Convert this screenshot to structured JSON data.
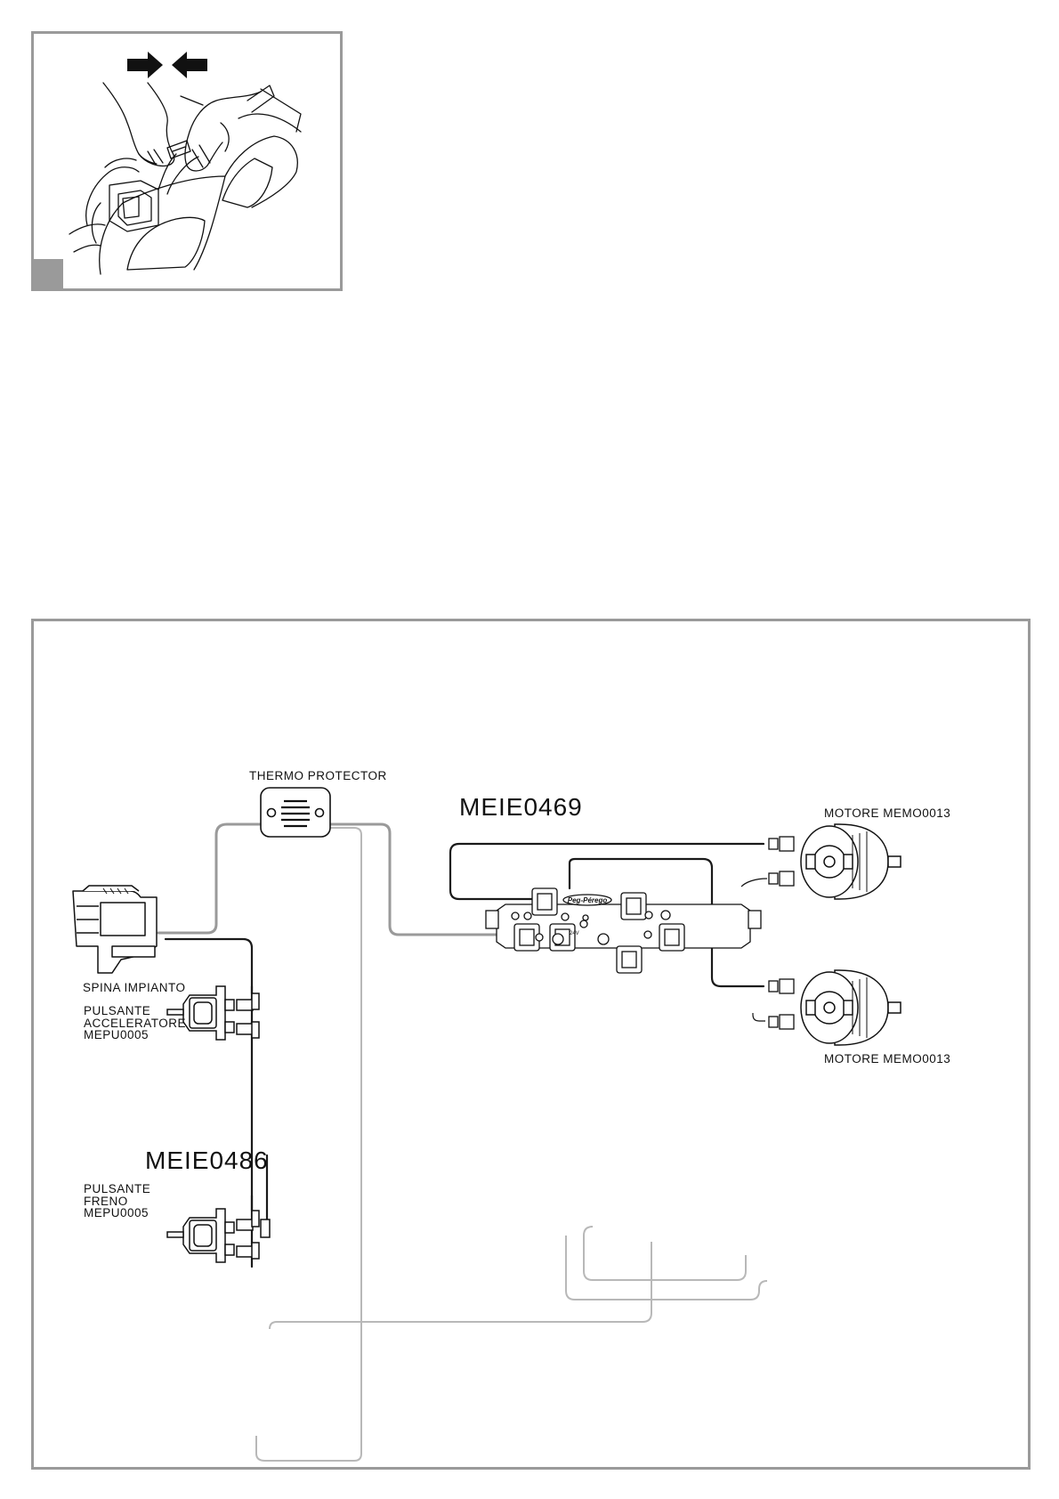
{
  "illustration": {
    "icons": [
      "arrow-right-icon",
      "arrow-left-icon"
    ],
    "step_marker_color": "#9a9a9a"
  },
  "diagram": {
    "thermo_protector": "THERMO PROTECTOR",
    "harness_main": "MEIE0469",
    "harness_buttons": "MEIE0486",
    "system_plug": "SPINA IMPIANTO",
    "accelerator_button": {
      "line1": "PULSANTE",
      "line2": "ACCELERATORE",
      "line3": "MEPU0005"
    },
    "brake_button": {
      "line1": "PULSANTE",
      "line2": "FRENO",
      "line3": "MEPU0005"
    },
    "motor_top": "MOTORE MEMO0013",
    "motor_bottom": "MOTORE MEMO0013",
    "board_logo": "Peg-Pérego",
    "wire_colors": {
      "black": "#1a1a1a",
      "grey": "#9a9a9a",
      "light_grey": "#bdbdbd"
    }
  }
}
